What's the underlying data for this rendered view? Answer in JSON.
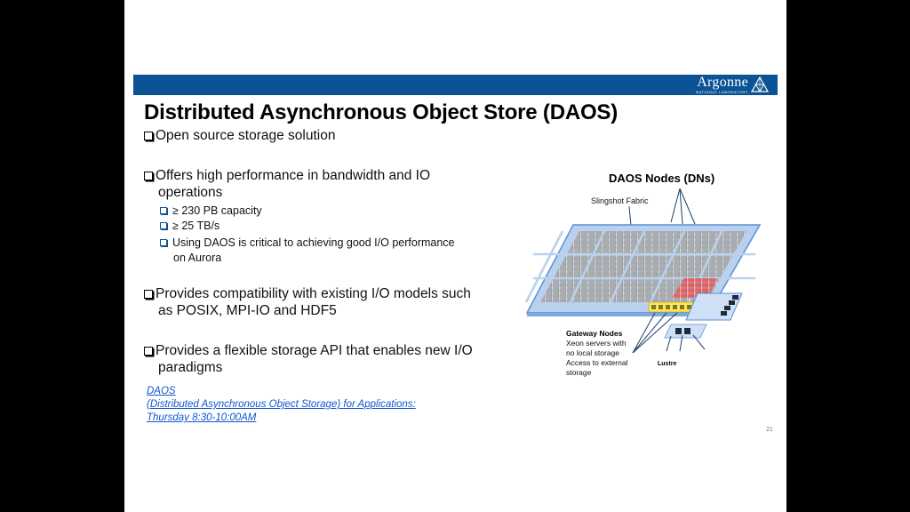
{
  "slide": {
    "logo": {
      "name": "Argonne",
      "sub": "NATIONAL LABORATORY"
    },
    "title": "Distributed Asynchronous Object Store (DAOS)",
    "bullets": [
      {
        "text": "Open source storage solution"
      },
      {
        "line1": "Offers high performance in bandwidth and IO",
        "line2": "operations"
      },
      {
        "line1": "Provides compatibility with existing I/O models such",
        "line2": "as POSIX, MPI-IO and HDF5"
      },
      {
        "line1": "Provides a flexible storage API that enables new I/O",
        "line2": "paradigms"
      }
    ],
    "subbullets": [
      {
        "text": "≥ 230 PB capacity"
      },
      {
        "text": "≥ 25 TB/s"
      },
      {
        "line1": "Using DAOS is critical to achieving good I/O performance",
        "line2": "on Aurora"
      }
    ],
    "link": {
      "line1": "DAOS",
      "line2": "(Distributed Asynchronous Object Storage) for Applications:",
      "line3": "Thursday 8:30-10:00AM"
    },
    "page_number": "21"
  },
  "diagram": {
    "title": "DAOS Nodes (DNs)",
    "fabric_label": "Slingshot Fabric",
    "gateway": {
      "heading": "Gateway Nodes",
      "lines": [
        "Xeon servers with",
        "no local storage",
        "Access to external",
        "storage"
      ]
    },
    "lustre_label": "Lustre"
  },
  "colors": {
    "banner": "#0b5394",
    "link": "#1155cc",
    "fabric_fill": "#b9d1ef",
    "fabric_edge": "#5b8fd6",
    "highlight_red": "#e06666",
    "highlight_yellow": "#ffe45c"
  }
}
